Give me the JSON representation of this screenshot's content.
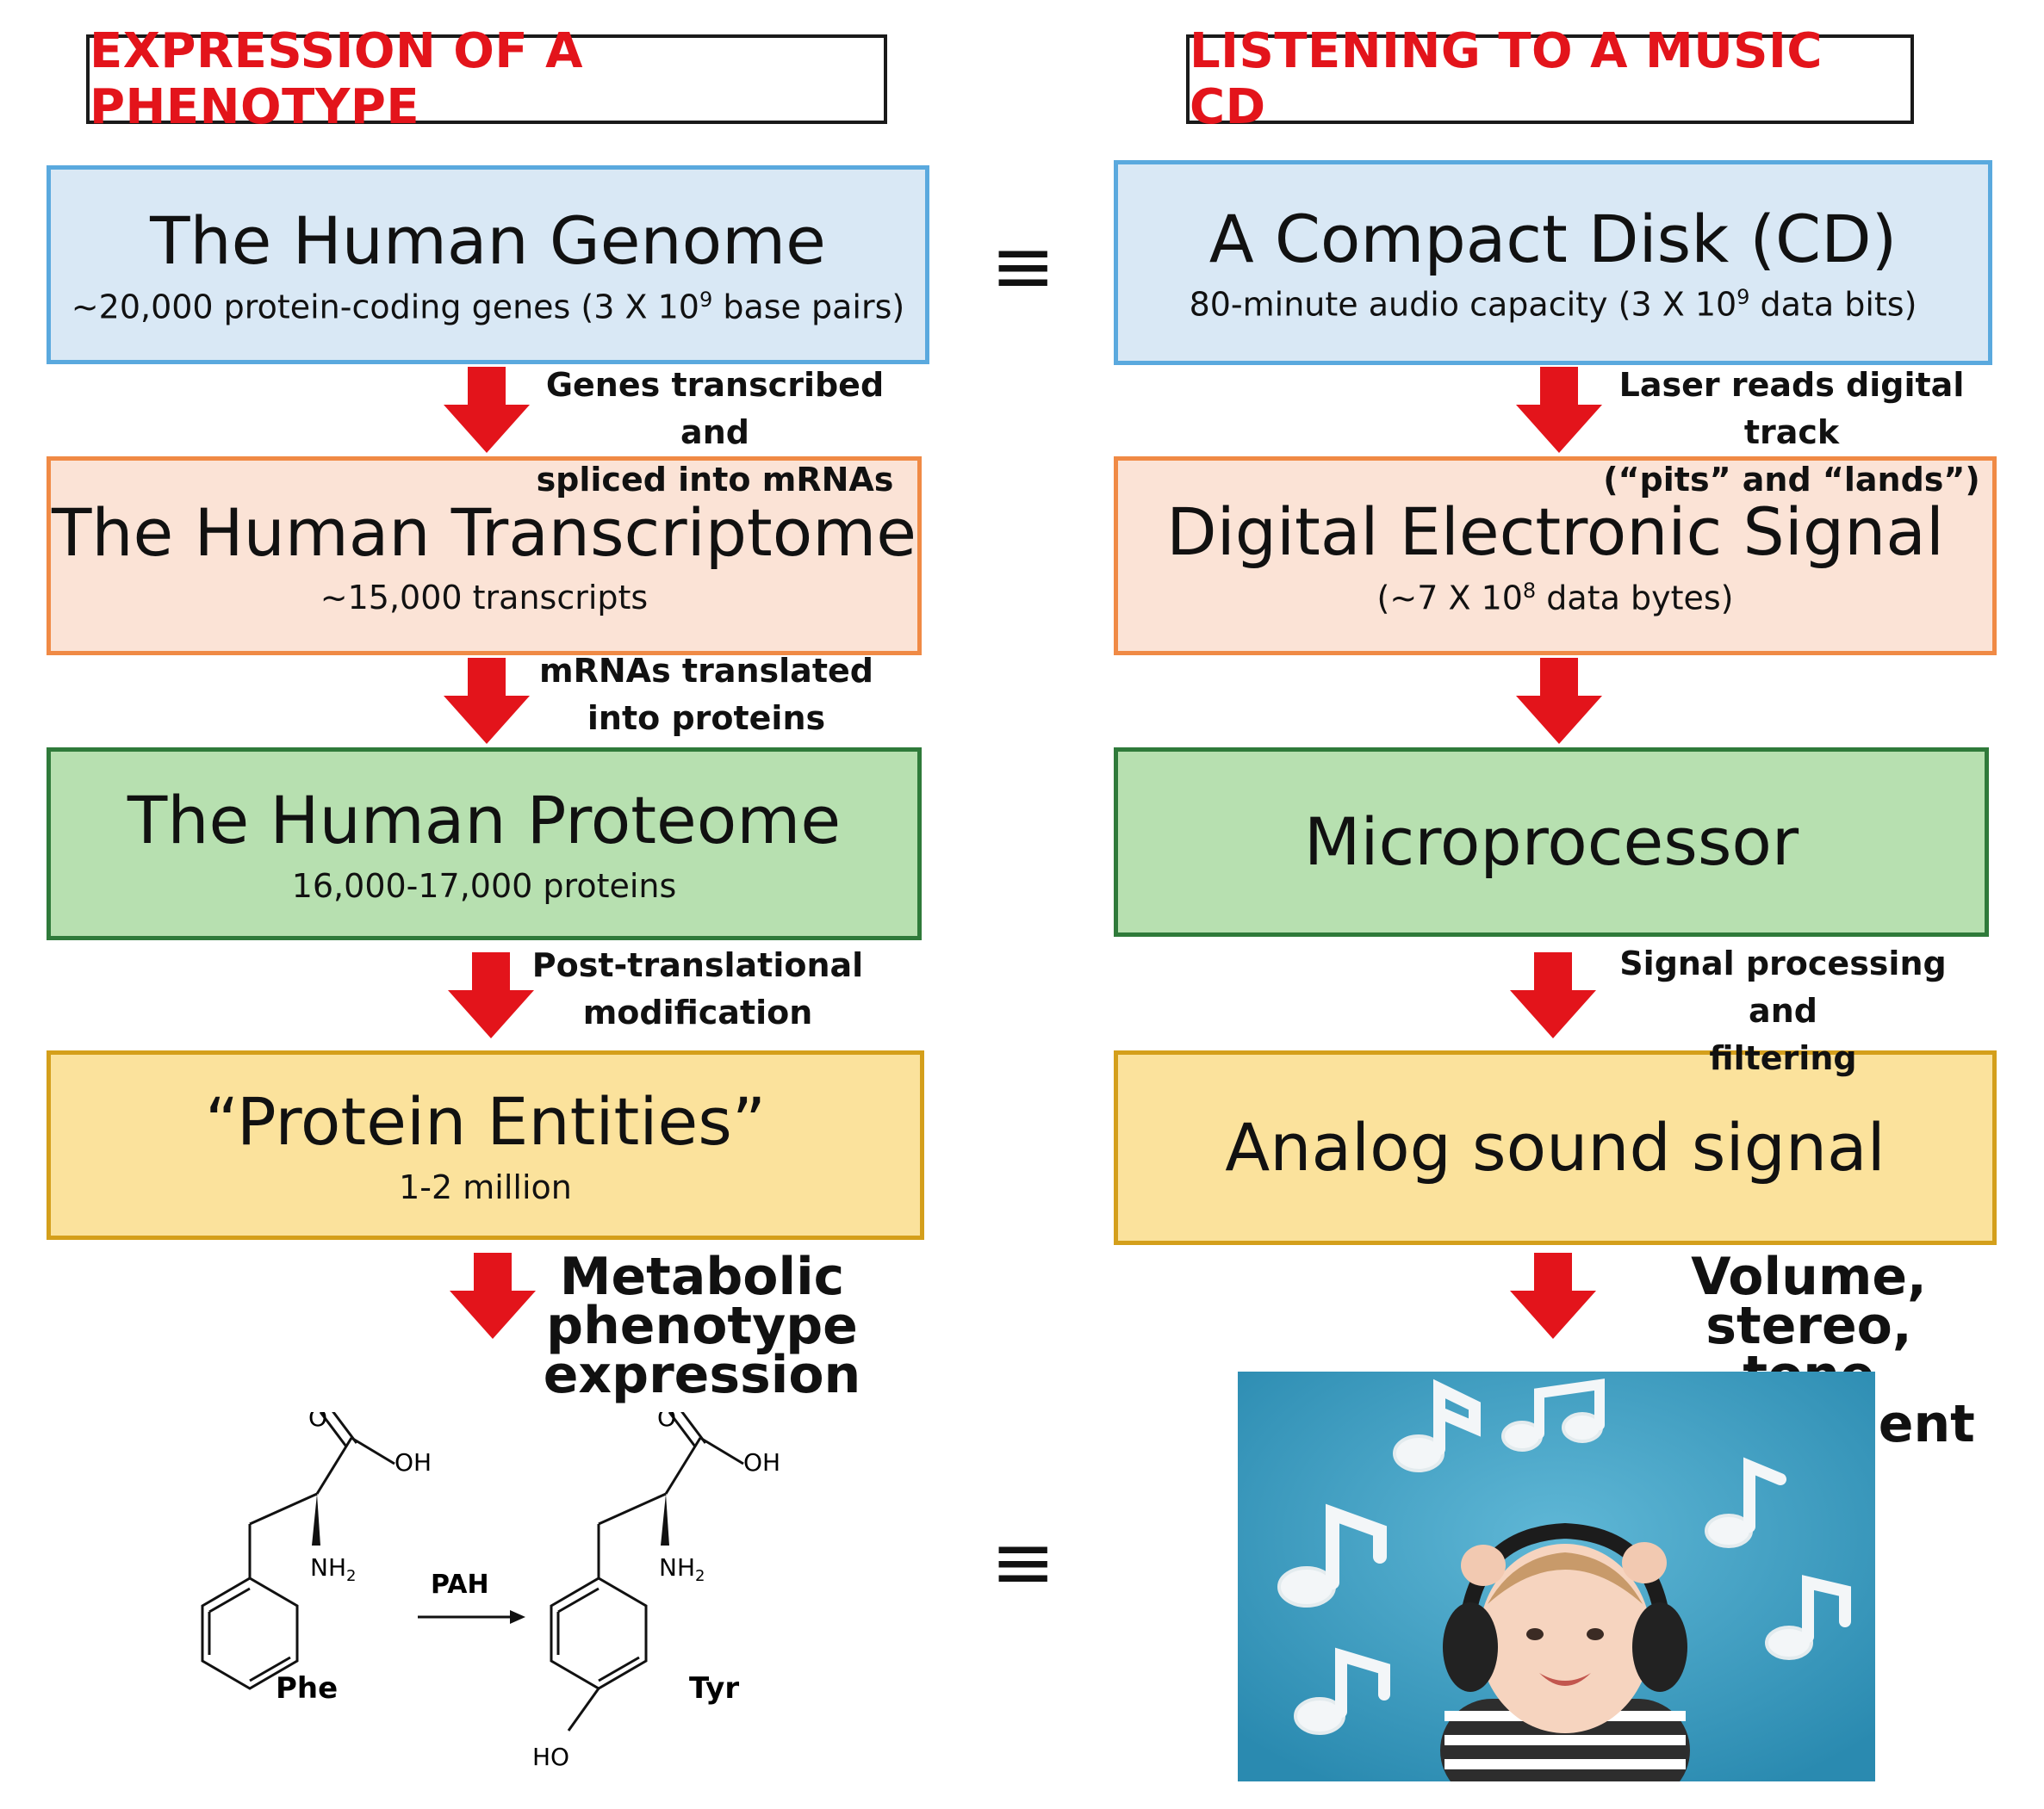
{
  "left": {
    "header": "EXPRESSION OF A PHENOTYPE",
    "genome": {
      "title": "The Human Genome",
      "subtitle_pre": "~20,000 protein-coding genes (3 X 10",
      "subtitle_sup": "9",
      "subtitle_post": " base pairs)"
    },
    "step1": {
      "line1": "Genes transcribed and",
      "line2": "spliced into mRNAs"
    },
    "transcriptome": {
      "title": "The Human Transcriptome",
      "subtitle": "~15,000 transcripts"
    },
    "step2": {
      "line1": "mRNAs translated",
      "line2": "into proteins"
    },
    "proteome": {
      "title": "The Human Proteome",
      "subtitle": "16,000-17,000 proteins"
    },
    "step3": {
      "line1": "Post-translational",
      "line2": "modification"
    },
    "entities": {
      "title": "“Protein Entities”",
      "subtitle": "1-2 million"
    },
    "step4": {
      "line1": "Metabolic",
      "line2": "phenotype",
      "line3": "expression"
    },
    "reaction": {
      "o1": "O",
      "oh1": "OH",
      "nh2_1": "NH",
      "phe": "Phe",
      "enzyme": "PAH",
      "o2": "O",
      "oh2": "OH",
      "nh2_2": "NH",
      "ho": "HO",
      "tyr": "Tyr",
      "sub2": "2"
    }
  },
  "equiv_symbol": "≡",
  "right": {
    "header": "LISTENING TO A MUSIC CD",
    "cd": {
      "title": "A Compact Disk (CD)",
      "subtitle_pre": "80-minute audio capacity (3 X 10",
      "subtitle_sup": "9",
      "subtitle_post": " data bits)"
    },
    "step1": {
      "line1": "Laser reads digital track",
      "line2": "(“pits” and “lands”)"
    },
    "digital": {
      "title": "Digital Electronic Signal",
      "subtitle_pre": "(~7 X 10",
      "subtitle_sup": "8",
      "subtitle_post": " data bytes)"
    },
    "micro": {
      "title": "Microprocessor"
    },
    "step3": {
      "line1": "Signal processing and",
      "line2": "filtering"
    },
    "analog": {
      "title": "Analog sound signal"
    },
    "step4": {
      "line1": "Volume, stereo,",
      "line2": "tone adjustment"
    }
  },
  "colors": {
    "header_text": "#e3141b",
    "arrow": "#e3141b",
    "blue_fill": "#d9e8f5",
    "orange_fill": "#fbe3d6",
    "green_fill": "#b7e0b0",
    "yellow_fill": "#fbe29c"
  }
}
